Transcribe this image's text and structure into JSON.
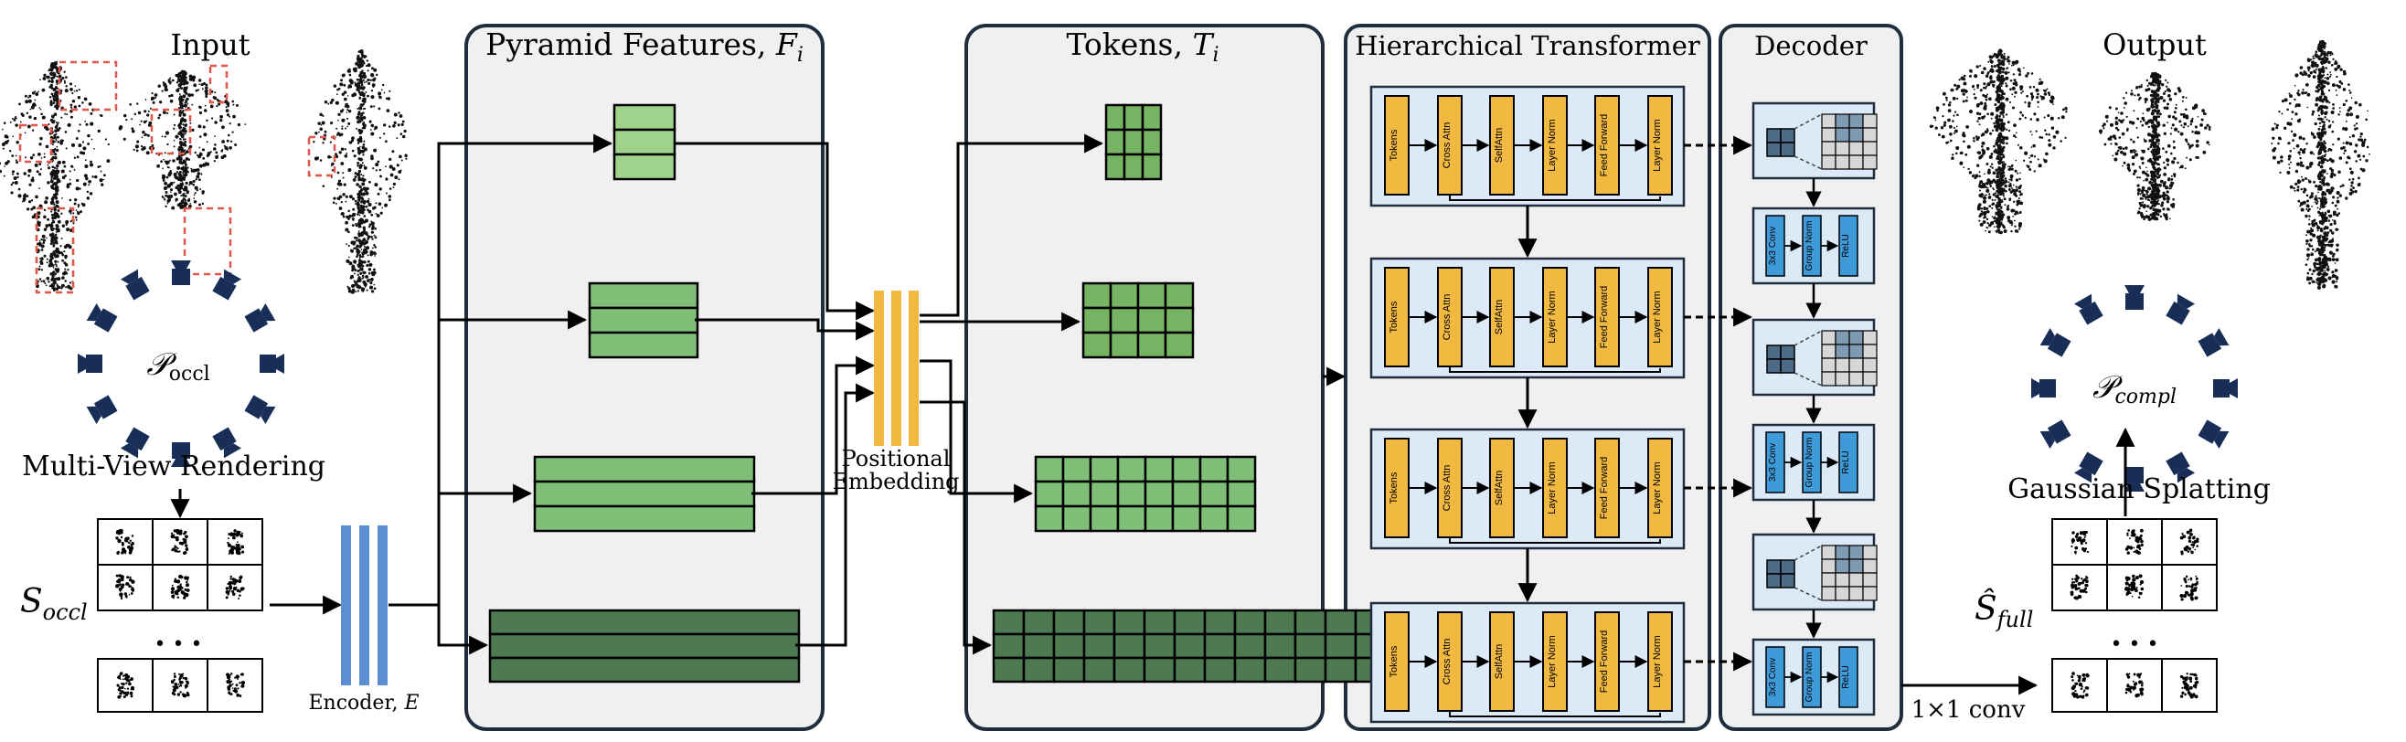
{
  "input": {
    "title": "Input",
    "cameras_label": "𝒫",
    "cameras_label_sub": "occl",
    "rendering_label": "Multi-View Rendering",
    "set_label": "S",
    "set_label_sub": "occl",
    "dots": "• • •"
  },
  "encoder": {
    "label": "Encoder,",
    "var": "E"
  },
  "pyramid": {
    "title": "Pyramid Features,",
    "var": "F",
    "sub": "i"
  },
  "positional": {
    "line1": "Positional",
    "line2": "Embedding"
  },
  "tokens": {
    "title": "Tokens,",
    "var": "T",
    "sub": "i"
  },
  "transformer": {
    "title": "Hierarchical Transformer",
    "block_labels": [
      "Tokens",
      "Cross Attn",
      "SelfAttn",
      "Layer Norm",
      "Feed Forward",
      "Layer Norm"
    ]
  },
  "decoder": {
    "title": "Decoder",
    "conv_labels": [
      "3x3 Conv",
      "Group Norm",
      "ReLU"
    ]
  },
  "output": {
    "title": "Output",
    "cameras_label": "𝒫",
    "cameras_label_sub": "compl",
    "splatting_label": "Gaussian Splatting",
    "set_label": "Ŝ",
    "set_label_sub": "full",
    "conv_label": "1×1 conv",
    "dots": "• • •"
  },
  "colors": {
    "panel_fill": "#f0f0f0",
    "panel_stroke": "#1f2d3d",
    "green_light": "#9fd38c",
    "green_mid": "#7fbf78",
    "green_dark": "#4e7a52",
    "token_green": "#76b363",
    "yellow": "#f2b940",
    "blue_bar": "#5b8fd1",
    "blue_panel": "#dce9f7",
    "conv_blue": "#3f9ad8",
    "camera_navy": "#182e57",
    "red_dash": "#e0574a"
  }
}
